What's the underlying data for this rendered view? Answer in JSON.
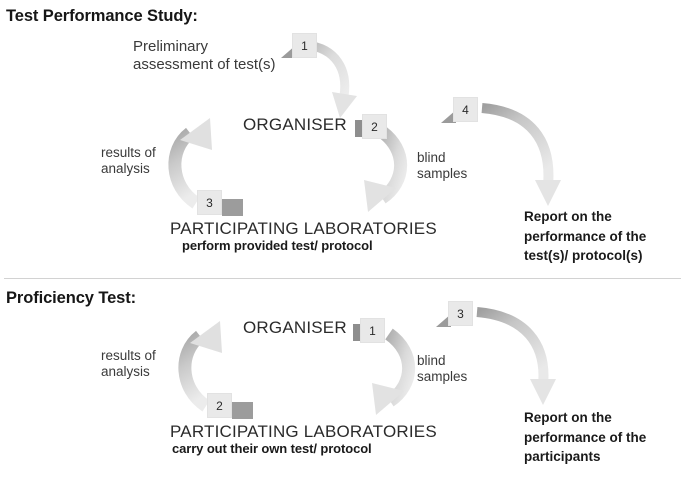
{
  "sections": [
    {
      "id": "test-performance-study",
      "title": "Test Performance Study:",
      "preliminary_note": "Preliminary\nassessment of test(s)",
      "organiser_label": "ORGANISER",
      "participants_label": "PARTICIPATING LABORATORIES",
      "participants_sub": "perform provided test/ protocol",
      "left_note": "results of\nanalysis",
      "right_note": "blind\nsamples",
      "report": "Report on the\nperformance of the\ntest(s)/ protocol(s)",
      "steps": [
        "1",
        "2",
        "3",
        "4"
      ]
    },
    {
      "id": "proficiency-test",
      "title": "Proficiency Test:",
      "organiser_label": "ORGANISER",
      "participants_label": "PARTICIPATING LABORATORIES",
      "participants_sub": "carry out their own test/ protocol",
      "left_note": "results of\nanalysis",
      "right_note": "blind\nsamples",
      "report": "Report on the\nperformance of the\nparticipants",
      "steps": [
        "1",
        "2",
        "3"
      ]
    }
  ],
  "colors": {
    "arrow_light": "#e3e3e3",
    "arrow_mid": "#bdbdbd",
    "arrow_dark": "#8f8f8f",
    "badge_fill": "#e9e9e9",
    "badge_text": "#2a2a2a",
    "text": "#231f20",
    "divider": "#d2d2d2"
  },
  "icons": {
    "step_badge": "numbered-step-badge",
    "curved_arrow": "curved-arrow"
  }
}
